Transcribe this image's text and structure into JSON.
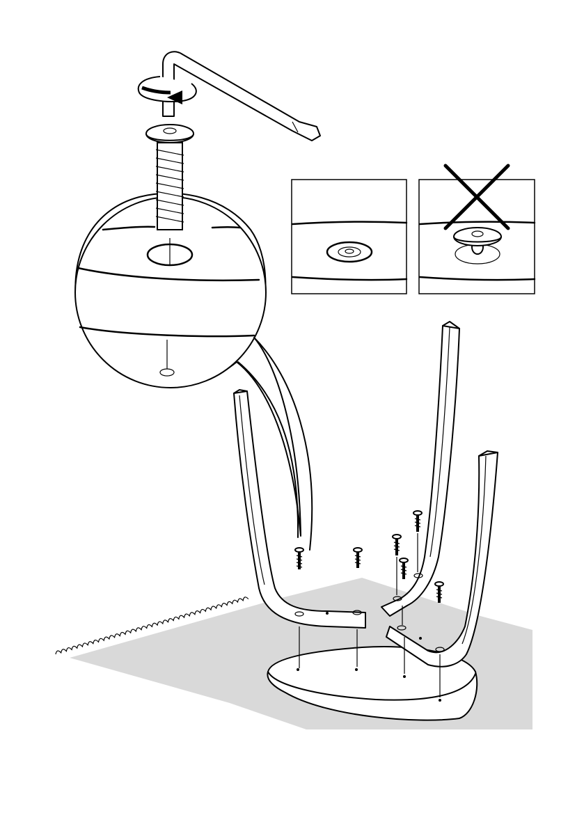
{
  "instruction": {
    "step_type": "assembly-illustration",
    "tool": "allen-key",
    "rotation": "clockwise",
    "screw_count": 6,
    "detail_correct": "screw-head-flush",
    "detail_incorrect": "screw-head-raised",
    "incorrect_mark": "cross"
  },
  "colors": {
    "line": "#000000",
    "floor": "#d8d8d8",
    "background": "#ffffff"
  }
}
